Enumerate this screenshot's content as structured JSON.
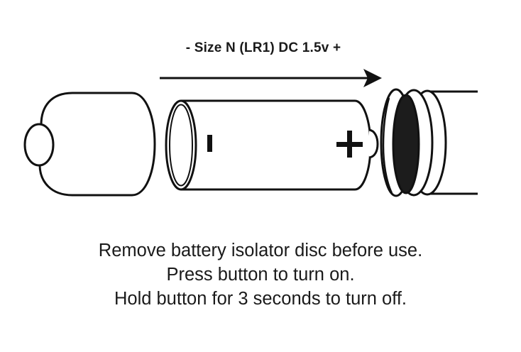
{
  "header": {
    "polarity_label": "- Size N (LR1) DC 1.5v +"
  },
  "diagram": {
    "battery": {
      "negative_symbol": "-",
      "positive_symbol": "+"
    },
    "stroke_color": "#111111",
    "fill_dark": "#1c1c1c",
    "background": "#ffffff"
  },
  "instructions": [
    "Remove battery isolator disc before use.",
    "Press button to turn on.",
    "Hold button for 3 seconds to turn off."
  ]
}
